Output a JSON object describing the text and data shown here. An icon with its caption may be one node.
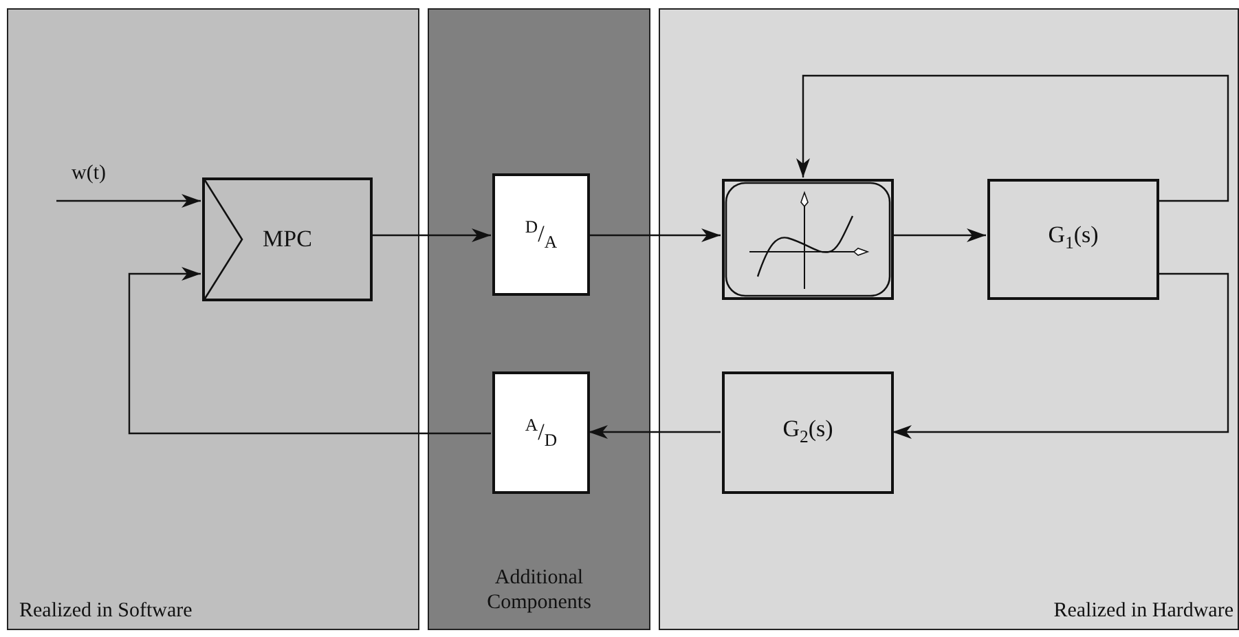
{
  "diagram": {
    "nodes": [
      {
        "text": [
          "Realized in Software"
        ]
      },
      {
        "text": [
          "Additional Components"
        ]
      },
      {
        "text": [
          "Realized in Hardware"
        ]
      },
      {
        "text": [
          "MPC"
        ],
        "in": 0
      },
      {
        "text": [
          "$^{D}$/$_{A}$"
        ],
        "in": 1
      },
      {
        "text": [
          "$^{A}$/$_{D}$"
        ],
        "in": 1
      },
      {
        "text": [],
        "shape": "picture",
        "in": 2
      },
      {
        "text": [
          "G$_{1}$(s)"
        ],
        "in": 2
      },
      {
        "text": [
          "G$_{2}$(s)"
        ],
        "in": 2
      }
    ],
    "edges": [
      {
        "from": null,
        "to": 3,
        "arrow": "to",
        "label": "w(t)"
      },
      {
        "from": 5,
        "to": 3,
        "arrow": "to"
      },
      {
        "from": 3,
        "to": 4,
        "arrow": "to"
      },
      {
        "from": 4,
        "to": 6,
        "arrow": "to"
      },
      {
        "from": 6,
        "to": 7,
        "arrow": "to"
      },
      {
        "from": 7,
        "to": 6,
        "arrow": "to"
      },
      {
        "from": 7,
        "to": 8,
        "arrow": "to"
      },
      {
        "from": 8,
        "to": 5,
        "arrow": "to"
      }
    ]
  }
}
